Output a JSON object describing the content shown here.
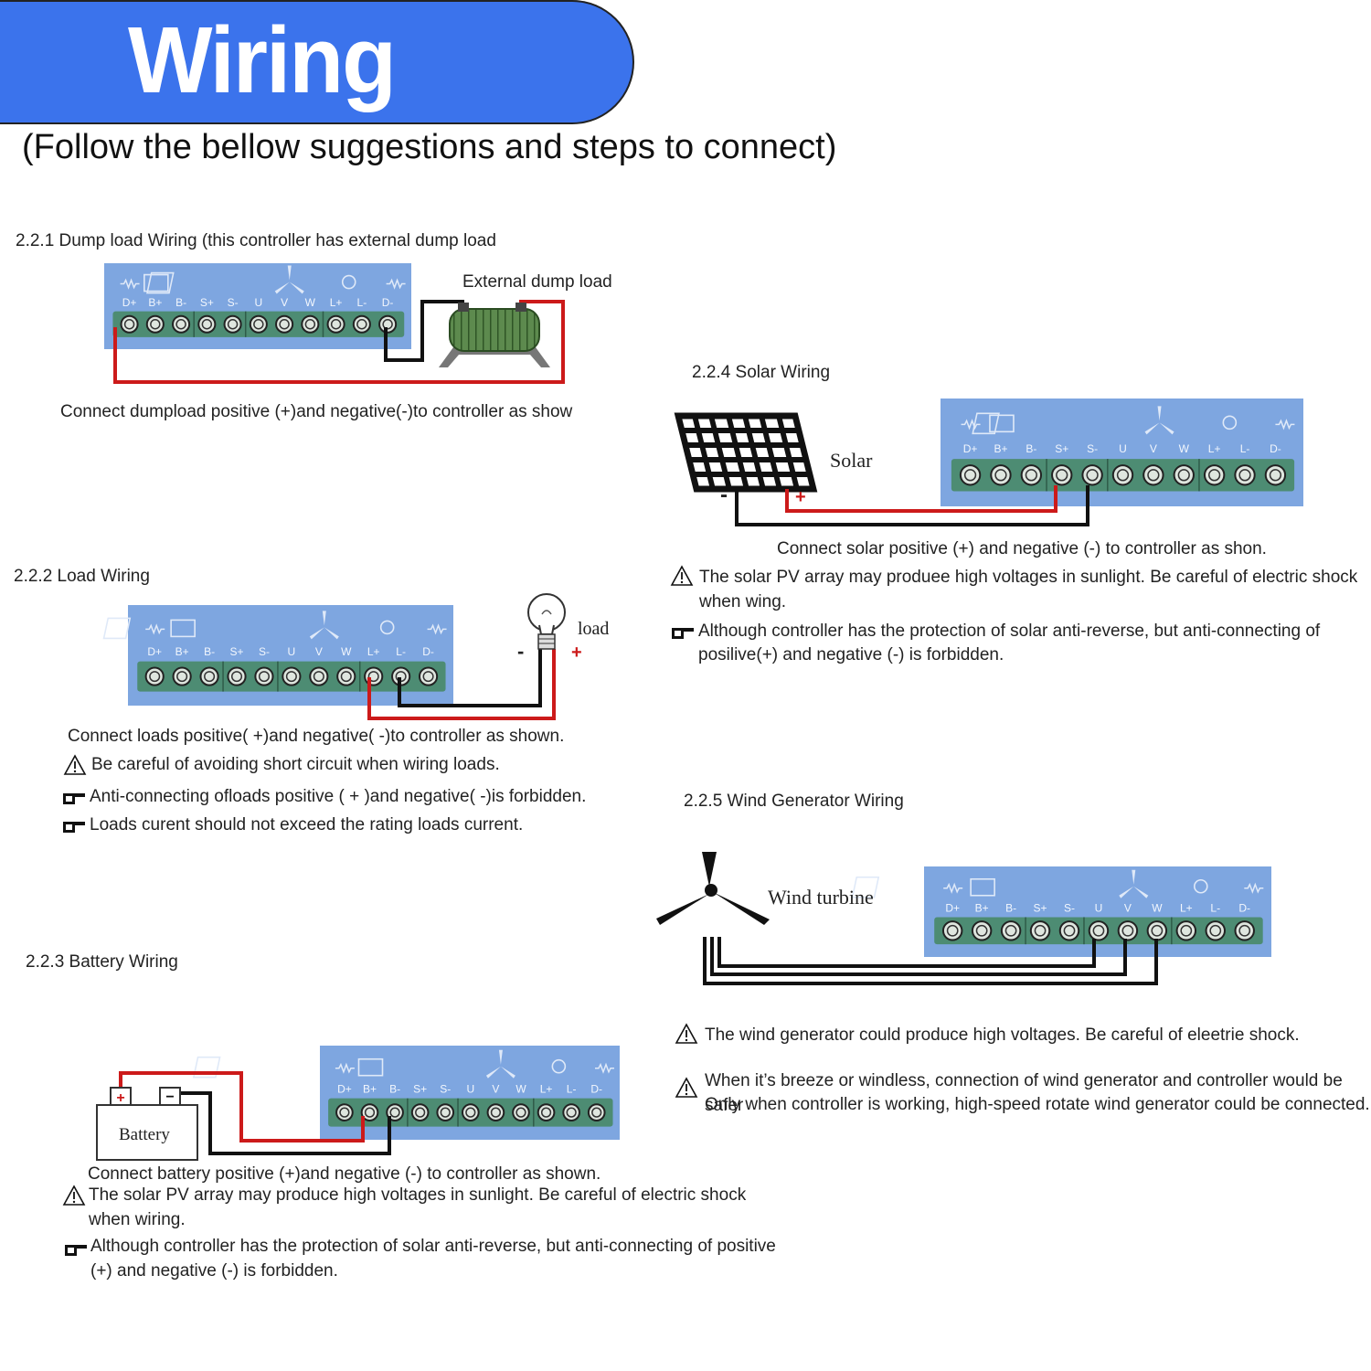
{
  "header": {
    "title": "Wiring Steps",
    "subtitle": "(Follow the bellow suggestions and steps to connect)"
  },
  "terminals": [
    "D+",
    "B+",
    "B-",
    "S+",
    "S-",
    "U",
    "V",
    "W",
    "L+",
    "L-",
    "D-"
  ],
  "sections": {
    "dump": {
      "title": "2.2.1    Dump load Wiring (this controller has external dump load",
      "device_label": "External dump load",
      "caption": "Connect dumpload  positive   (+)and negative(-)to controller as show"
    },
    "load": {
      "title": "2.2.2   Load Wiring",
      "device_label": "load",
      "minus": "-",
      "plus": "+",
      "caption": "Connect loads positive( +)and negative( -)to controller as shown.",
      "notes": [
        {
          "icon": "warning-icon",
          "text": "Be careful of avoiding short circuit when wiring loads."
        },
        {
          "icon": "pointing-hand-icon",
          "text": "Anti-connecting ofloads positive ( + )and negative( -)is forbidden."
        },
        {
          "icon": "pointing-hand-icon",
          "text": "Loads curent should not exceed the rating loads current."
        }
      ]
    },
    "battery": {
      "title": "2.2.3    Battery Wiring",
      "device_label": "Battery",
      "caption": "Connect battery positive (+)and negative (-) to controller as shown.",
      "notes": [
        {
          "icon": "warning-icon",
          "text": "The solar PV array may produce high voltages in sunlight. Be careful of electric shock",
          "text2": "when wiring."
        },
        {
          "icon": "pointing-hand-icon",
          "text": "Although controller has the protection of solar anti-reverse, but anti-connecting of positive",
          "text2": "(+) and negative (-) is forbidden."
        }
      ]
    },
    "solar": {
      "title": "2.2.4 Solar Wiring",
      "device_label": "Solar",
      "minus": "-",
      "plus": "+",
      "caption": "Connect solar positive (+) and negative (-) to controller as shon.",
      "notes": [
        {
          "icon": "warning-icon",
          "text": "The solar PV array may produee high voltages in sunlight. Be careful of electric shock",
          "text2": "when wing."
        },
        {
          "icon": "pointing-hand-icon",
          "text": "Although controller has the protection of solar anti-reverse, but anti-connecting of",
          "text2": "posilive(+) and negative (-) is forbidden."
        }
      ]
    },
    "wind": {
      "title": "2.2.5 Wind Generator Wiring",
      "device_label": "Wind turbine",
      "notes": [
        {
          "icon": "warning-icon",
          "text": "The wind generator could produce high voltages. Be careful of eleetrie shock."
        },
        {
          "icon": "warning-icon",
          "text": "When it’s breeze or windless, connection of wind generator and controller would be safer",
          "text2": "Only when controller is working, high-speed rotate wind generator could be connected."
        }
      ]
    }
  },
  "colors": {
    "banner": "#3b73ec",
    "panel": "#7ea6e0",
    "terminal_block": "#4d8c73",
    "wire_positive": "#cc1a1a",
    "wire_negative": "#111111"
  }
}
